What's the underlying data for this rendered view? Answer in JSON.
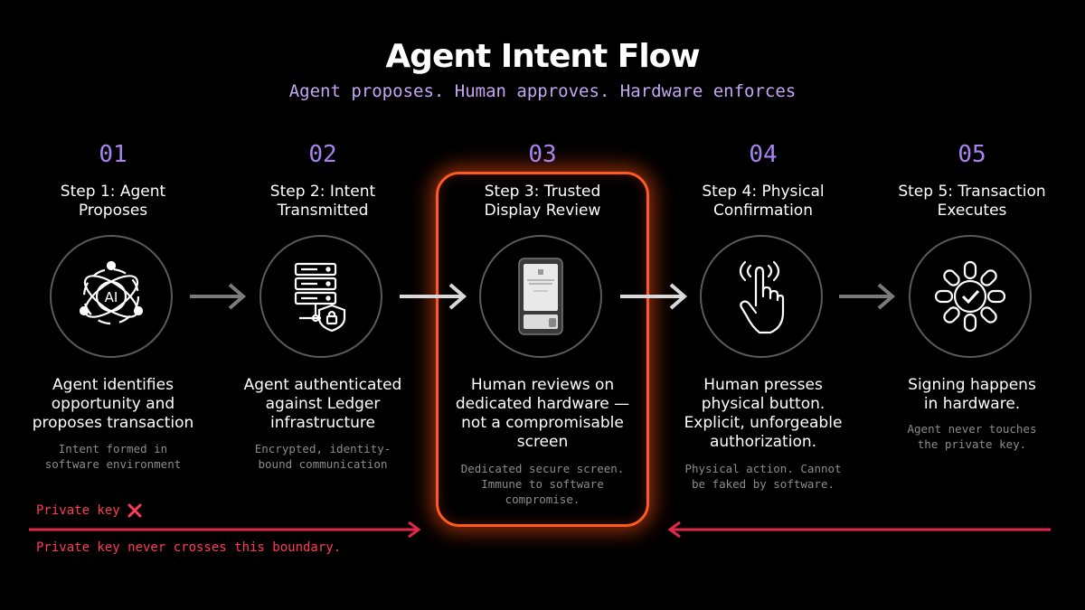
{
  "title": "Agent Intent Flow",
  "subtitle": "Agent proposes. Human approves. Hardware enforces",
  "steps": [
    {
      "number": "01",
      "name_lines": [
        "Step 1: Agent",
        "Proposes"
      ],
      "icon": "ai-orbit-icon",
      "desc_lines": [
        "Agent identifies",
        "opportunity and",
        "proposes transaction"
      ],
      "note_lines": [
        "Intent formed in",
        "software environment"
      ]
    },
    {
      "number": "02",
      "name_lines": [
        "Step 2: Intent",
        "Transmitted"
      ],
      "icon": "server-shield-icon",
      "desc_lines": [
        "Agent authenticated",
        "against Ledger",
        "infrastructure"
      ],
      "note_lines": [
        "Encrypted, identity-",
        "bound communication"
      ]
    },
    {
      "number": "03",
      "name_lines": [
        "Step 3: Trusted",
        "Display Review"
      ],
      "icon": "hardware-device-icon",
      "desc_lines": [
        "Human reviews on",
        "dedicated hardware —",
        "not a compromisable",
        "screen"
      ],
      "note_lines": [
        "Dedicated secure screen.",
        "Immune to software",
        "compromise."
      ]
    },
    {
      "number": "04",
      "name_lines": [
        "Step 4: Physical",
        "Confirmation"
      ],
      "icon": "finger-press-icon",
      "desc_lines": [
        "Human presses",
        "physical button.",
        "Explicit, unforgeable",
        "authorization."
      ],
      "note_lines": [
        "Physical action. Cannot",
        "be faked by software."
      ]
    },
    {
      "number": "05",
      "name_lines": [
        "Step 5: Transaction",
        "Executes"
      ],
      "icon": "chain-check-icon",
      "desc_lines": [
        "Signing happens",
        "in hardware."
      ],
      "note_lines": [
        "Agent never touches",
        "the private key."
      ]
    }
  ],
  "private_key_label": "Private key",
  "boundary_text": "Private key never crosses this boundary.",
  "colors": {
    "background": "#000000",
    "subtitle": "#c4a6f4",
    "step_number": "#a882f0",
    "highlight": "#ff5a1f",
    "boundary": "#ff3a57",
    "note": "#8c8c8c"
  }
}
